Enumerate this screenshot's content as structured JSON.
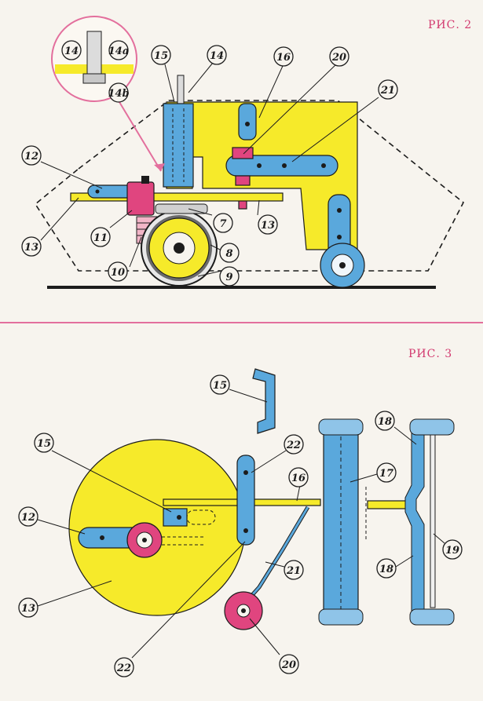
{
  "figures": [
    {
      "caption": "РИС. 2"
    },
    {
      "caption": "РИС. 3"
    }
  ],
  "fig2_labels": [
    "14",
    "14a",
    "14b",
    "15",
    "14",
    "16",
    "20",
    "21",
    "12",
    "13",
    "11",
    "7",
    "13",
    "10",
    "8",
    "9"
  ],
  "fig3_labels": [
    "15",
    "15",
    "22",
    "16",
    "17",
    "18",
    "12",
    "21",
    "19",
    "13",
    "18",
    "20",
    "22"
  ],
  "colors": {
    "yellow": "#f6ea2a",
    "blue": "#5aa8dc",
    "pink": "#e0457f",
    "magenta_rule": "#e36f9d",
    "ink": "#1c1c1c"
  }
}
